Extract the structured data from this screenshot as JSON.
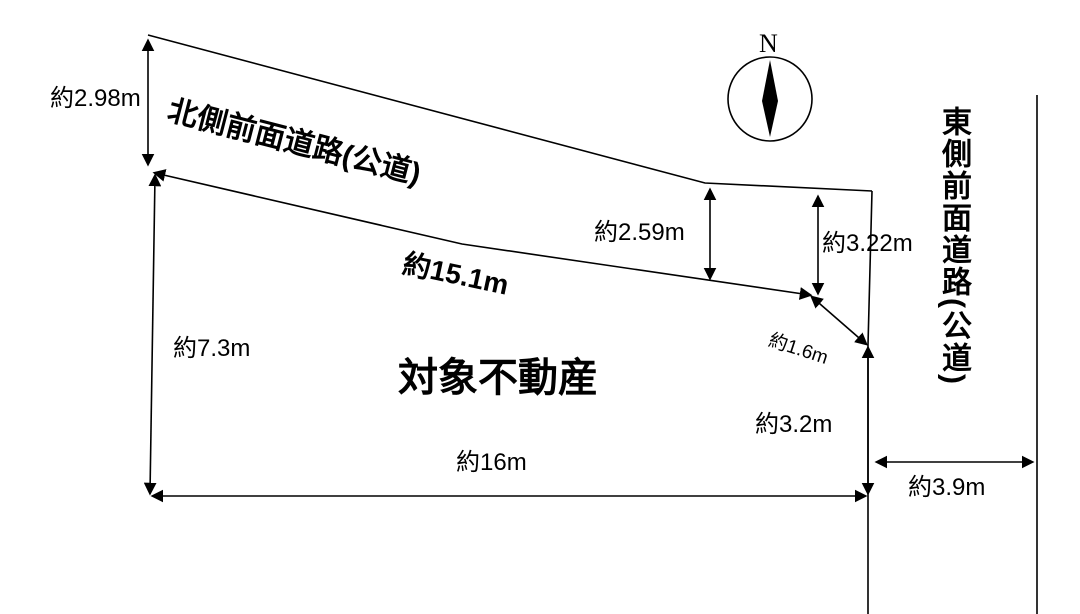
{
  "compass": {
    "north_label": "N"
  },
  "roads": {
    "north": {
      "name": "北側前面道路(公道)"
    },
    "east": {
      "name": "東側前面道路(公道)",
      "width": "約3.9m"
    }
  },
  "property": {
    "title": "対象不動産",
    "edges": {
      "top": "約15.1m",
      "left": "約7.3m",
      "right": "約3.2m",
      "bottom": "約16m",
      "corner_cut": "約1.6m"
    },
    "setbacks": {
      "left": "約2.98m",
      "middle": "約2.59m",
      "right": "約3.22m"
    }
  }
}
